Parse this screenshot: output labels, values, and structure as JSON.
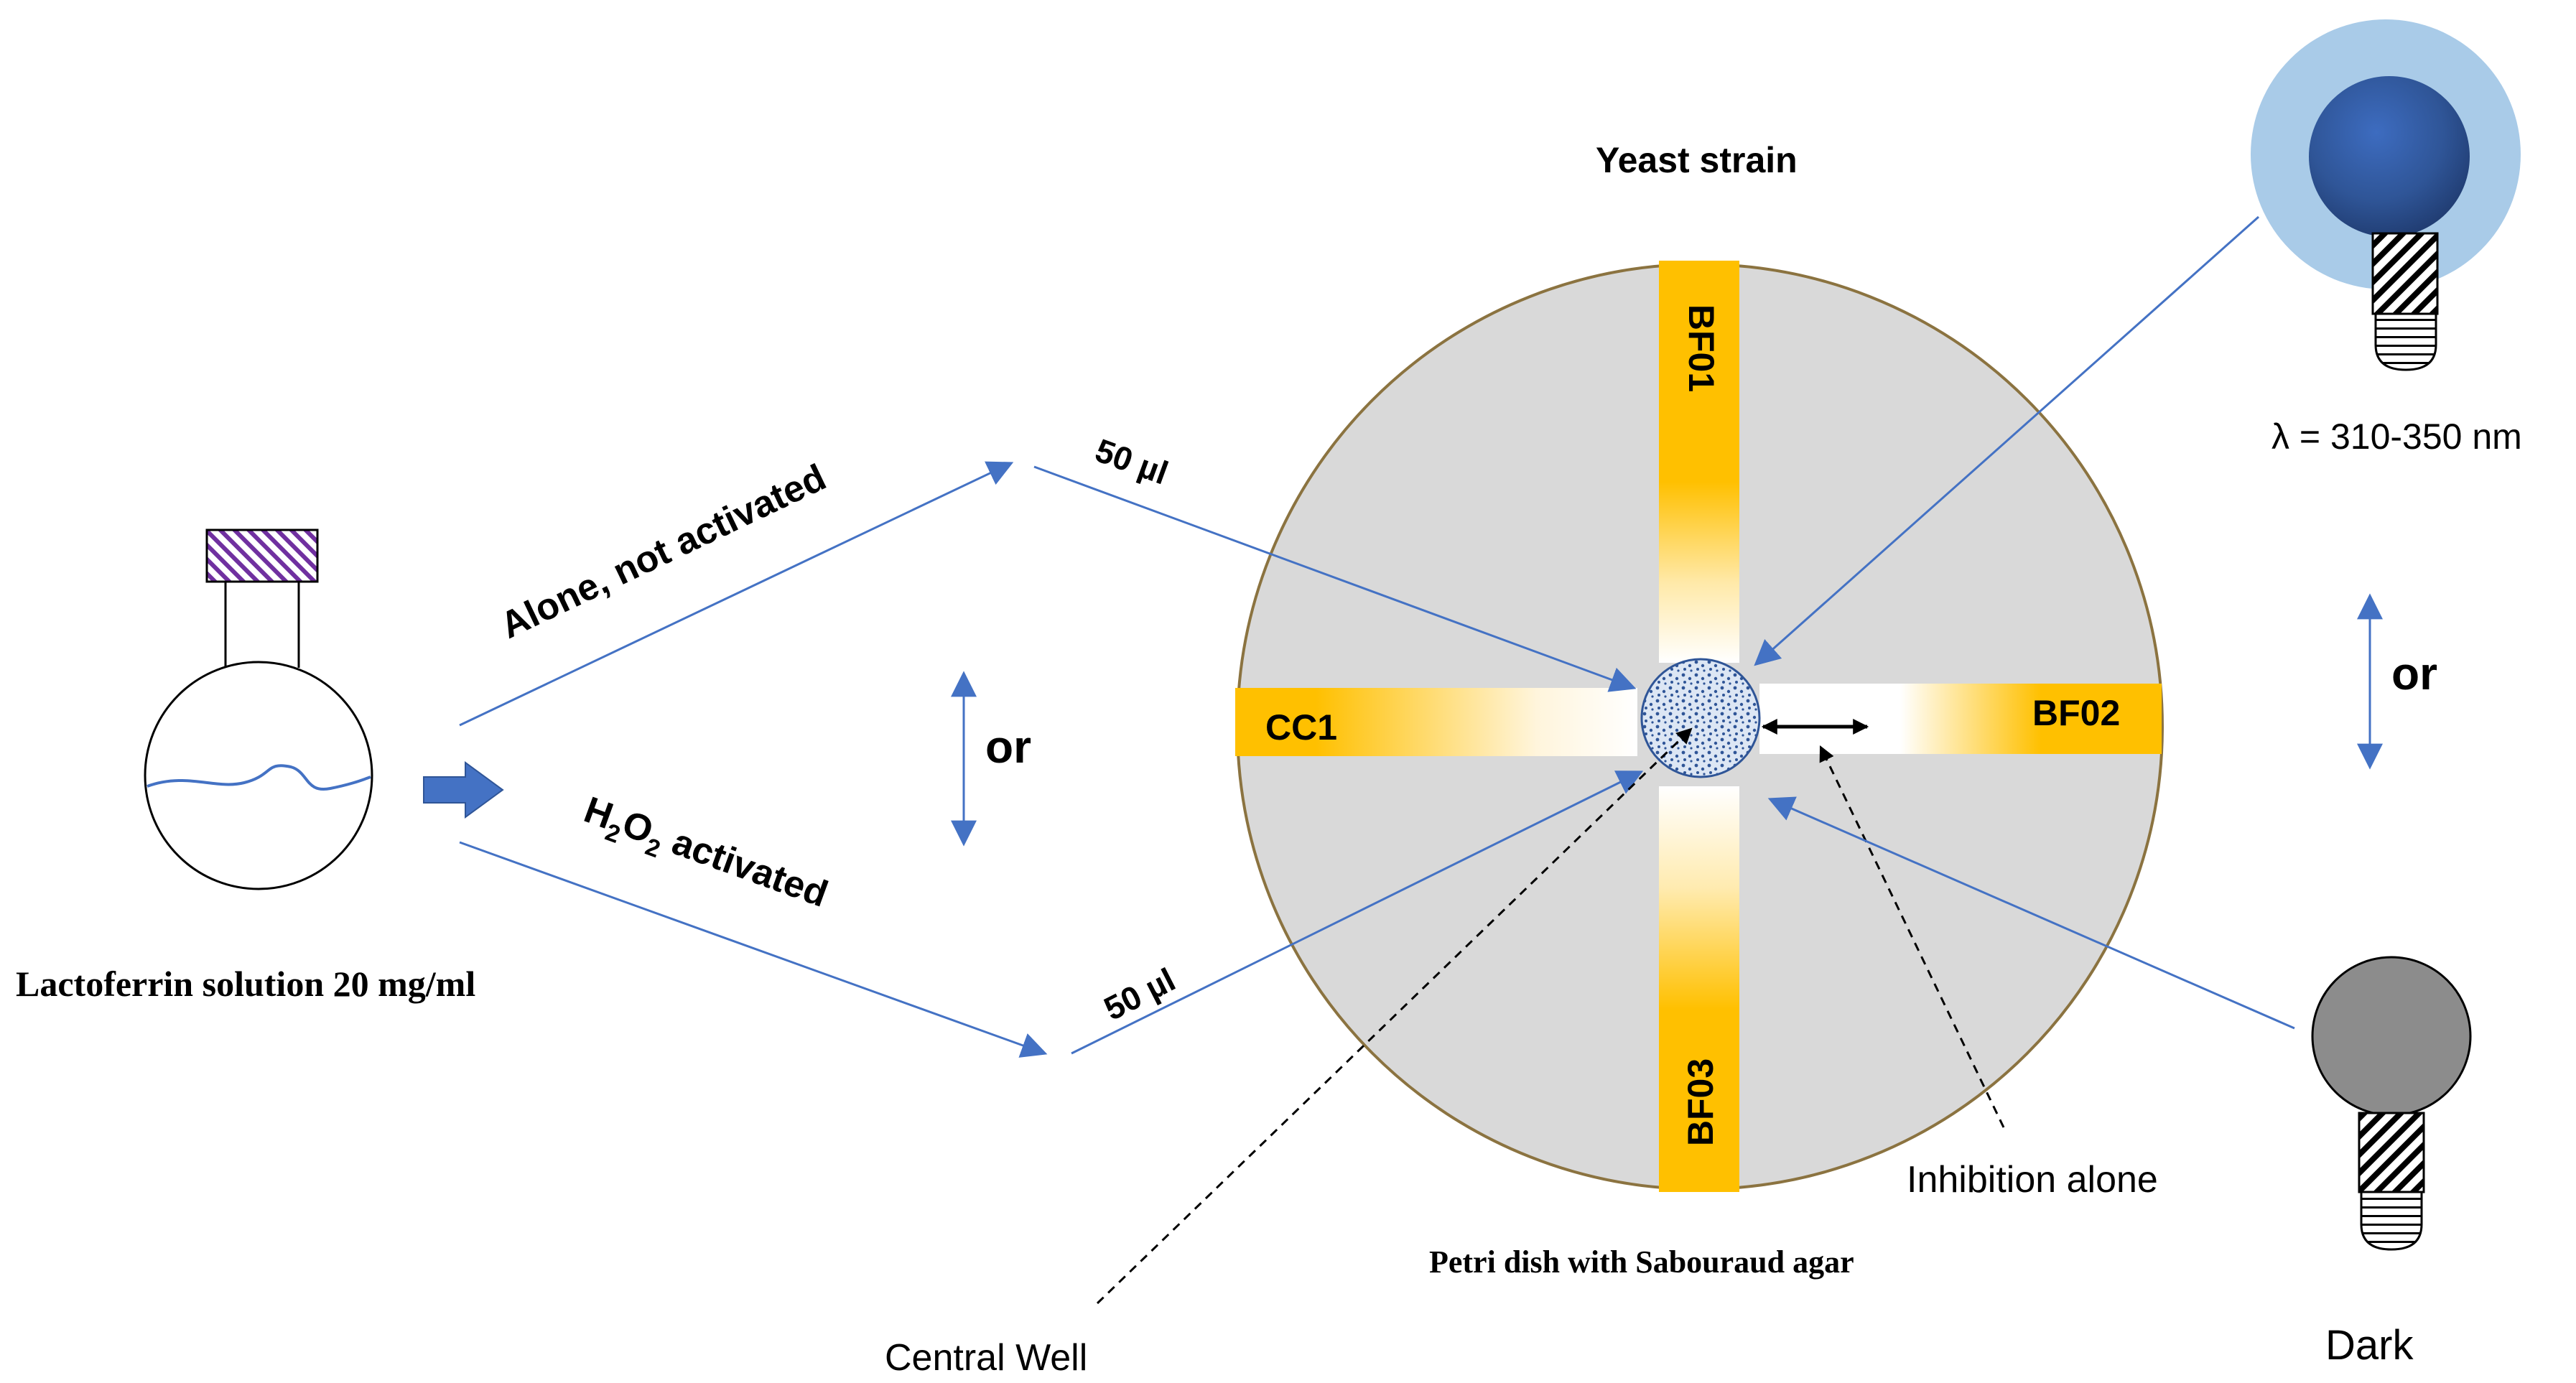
{
  "labels": {
    "flask_caption": "Lactoferrin solution 20 mg/ml",
    "path_top": "Alone, not activated",
    "path_bottom_prefix": "H",
    "path_bottom_sub1": "2",
    "path_bottom_mid": "O",
    "path_bottom_sub2": "2",
    "path_bottom_suffix": " activated",
    "or_left": "or",
    "or_right": "or",
    "volume_top": "50 µl",
    "volume_bottom": "50 µl",
    "yeast_strain": "Yeast strain",
    "strip_top": "BF01",
    "strip_right": "BF02",
    "strip_bottom": "BF03",
    "strip_left": "CC1",
    "inhibition": "Inhibition alone",
    "central_well": "Central Well",
    "dish_caption": "Petri dish with Sabouraud agar",
    "wavelength": "λ = 310-350 nm",
    "dark": "Dark"
  },
  "colors": {
    "arrow_line": "#4472C4",
    "strip_yellow": "#FFC000",
    "dish_fill": "#D9D9D9",
    "dish_border": "#8B7340",
    "uv_halo": "#A9CBE8",
    "uv_bulb": "#2F5597",
    "dark_bulb": "#8C8C8C",
    "cap_purple": "#7030A0"
  }
}
